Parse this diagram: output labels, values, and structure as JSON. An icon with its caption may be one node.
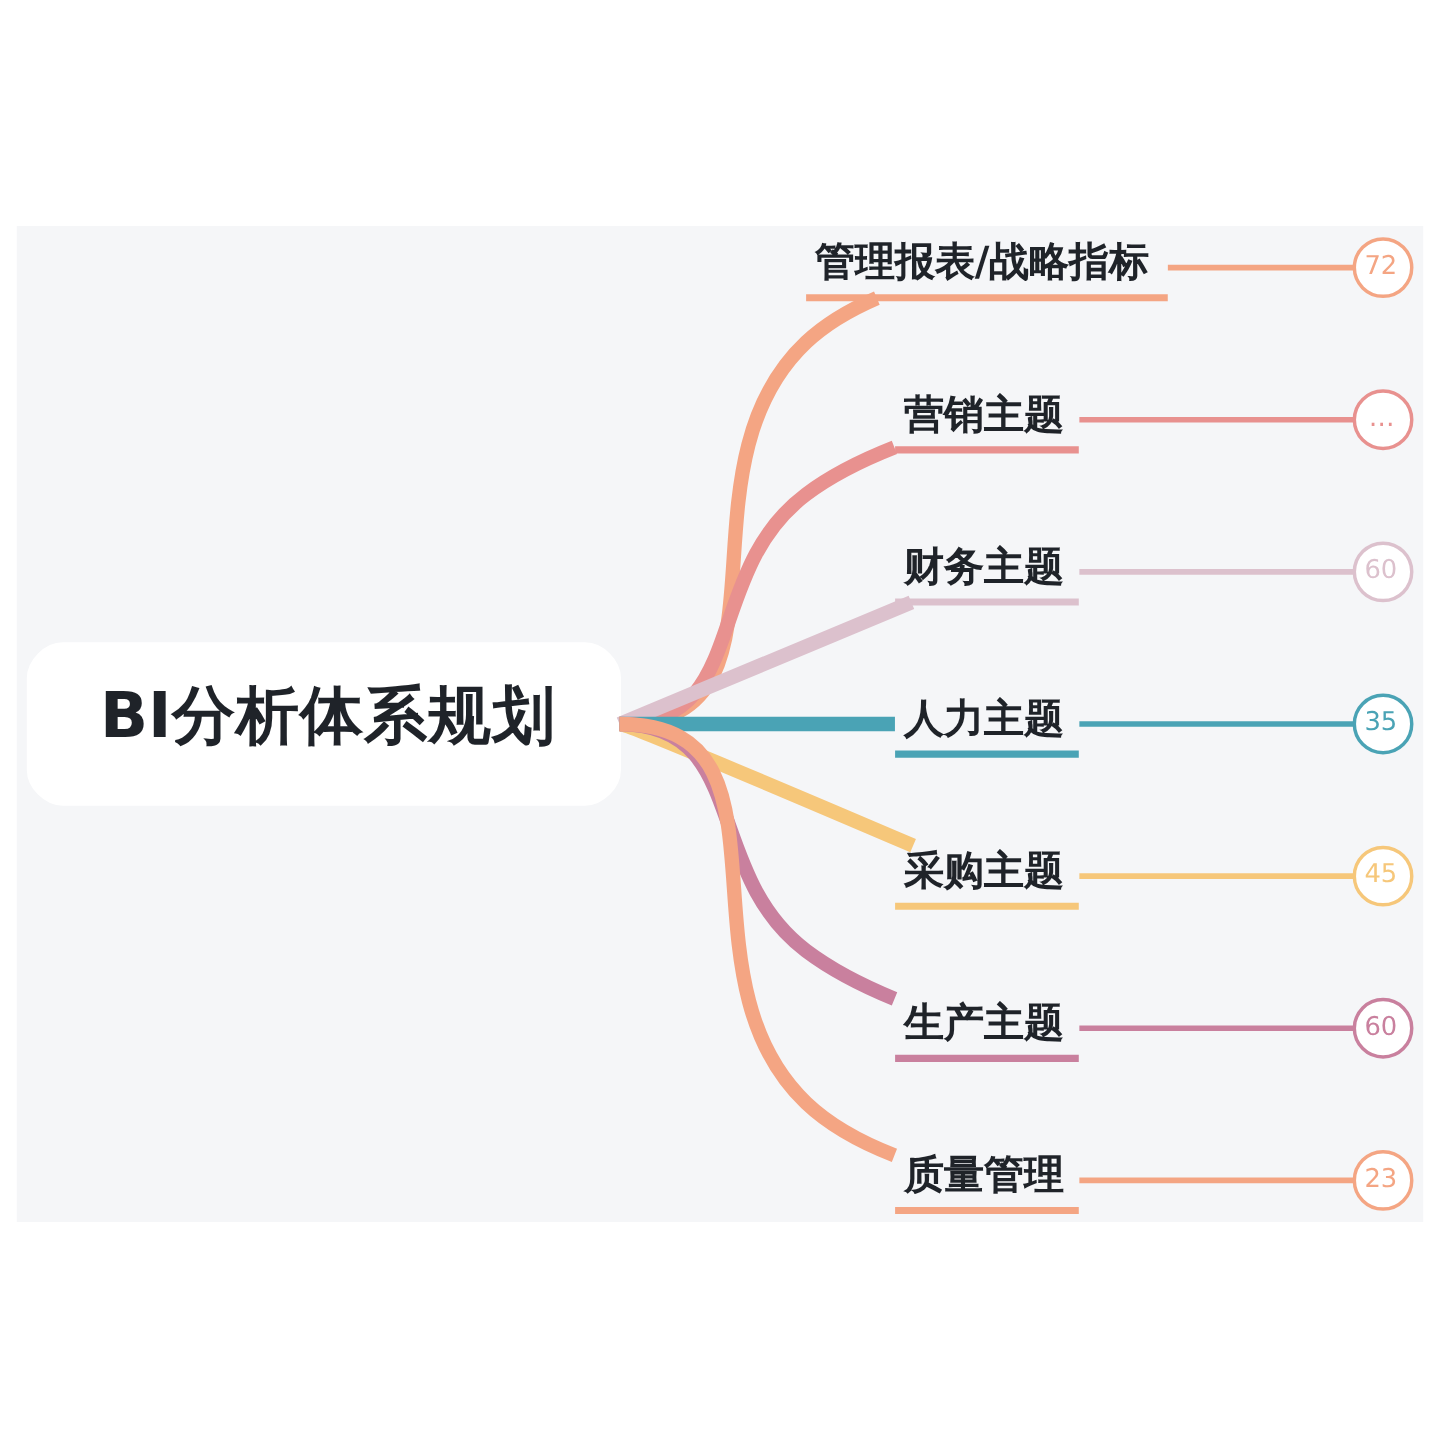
{
  "diagram": {
    "nodes": [
      {
        "text": [
          "BI分析体系规划"
        ]
      },
      {
        "text": [
          "管理报表/战略指标"
        ]
      },
      {
        "text": [
          "72"
        ]
      },
      {
        "text": [
          "营销主题"
        ]
      },
      {
        "text": [
          "…"
        ]
      },
      {
        "text": [
          "财务主题"
        ]
      },
      {
        "text": [
          "60"
        ]
      },
      {
        "text": [
          "人力主题"
        ]
      },
      {
        "text": [
          "35"
        ]
      },
      {
        "text": [
          "采购主题"
        ]
      },
      {
        "text": [
          "45"
        ]
      },
      {
        "text": [
          "生产主题"
        ]
      },
      {
        "text": [
          "60"
        ]
      },
      {
        "text": [
          "质量管理"
        ]
      },
      {
        "text": [
          "23"
        ]
      }
    ],
    "edges": [
      {
        "from": 0,
        "to": 1,
        "arrow": "none",
        "style": "thick"
      },
      {
        "from": 1,
        "to": 2,
        "arrow": "none"
      },
      {
        "from": 0,
        "to": 3,
        "arrow": "none",
        "style": "thick",
        "color": "#e8918f"
      },
      {
        "from": 3,
        "to": 4,
        "arrow": "none",
        "color": "#e8918f"
      },
      {
        "from": 0,
        "to": 5,
        "arrow": "none",
        "style": "thick",
        "color": "#dcc1cd"
      },
      {
        "from": 5,
        "to": 6,
        "arrow": "none",
        "color": "#dcc1cd"
      },
      {
        "from": 0,
        "to": 7,
        "arrow": "none",
        "style": "thick",
        "color": "#4aa3b5"
      },
      {
        "from": 7,
        "to": 8,
        "arrow": "none",
        "color": "#4aa3b5"
      },
      {
        "from": 0,
        "to": 9,
        "arrow": "none",
        "style": "thick",
        "color": "#f6c77a"
      },
      {
        "from": 9,
        "to": 10,
        "arrow": "none",
        "color": "#f6c77a"
      },
      {
        "from": 0,
        "to": 11,
        "arrow": "none",
        "style": "thick",
        "color": "#c9809e"
      },
      {
        "from": 11,
        "to": 12,
        "arrow": "none",
        "color": "#c9809e"
      },
      {
        "from": 0,
        "to": 13,
        "arrow": "none",
        "style": "thick"
      },
      {
        "from": 13,
        "to": 14,
        "arrow": "none"
      }
    ]
  }
}
